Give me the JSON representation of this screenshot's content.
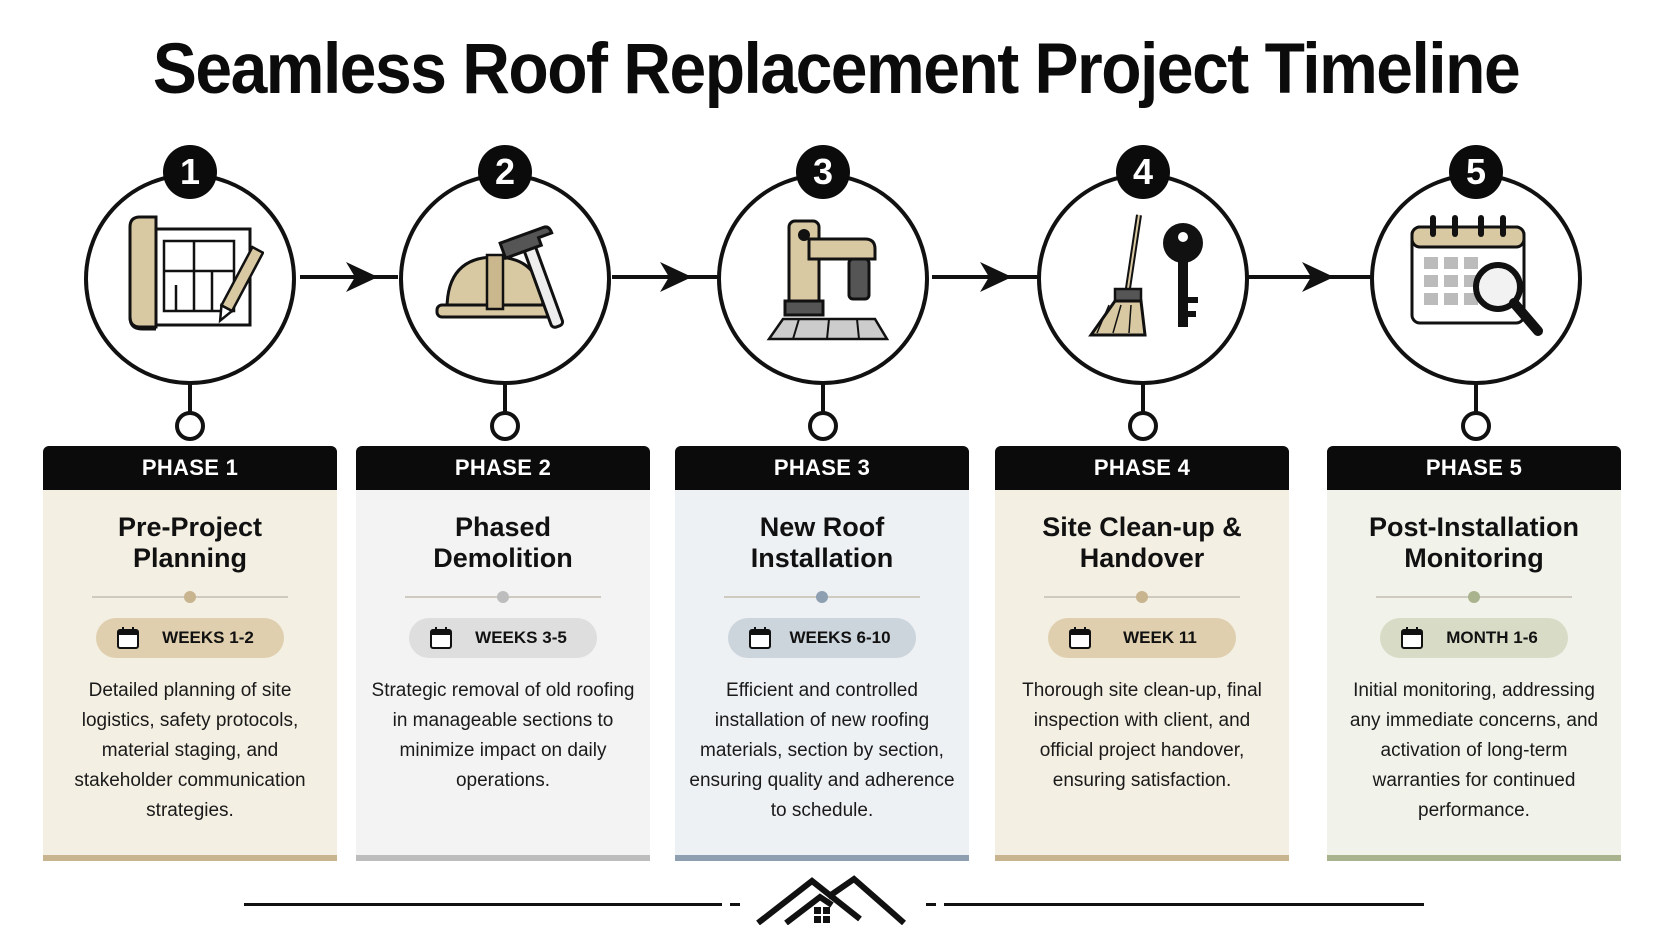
{
  "title": "Seamless Roof Replacement Project Timeline",
  "phases": [
    {
      "number": "1",
      "label": "PHASE 1",
      "title_line1": "Pre-Project",
      "title_line2": "Planning",
      "duration": "WEEKS 1-2",
      "description": "Detailed planning of site logistics, safety protocols, material staging, and stakeholder communication strategies.",
      "icon": "blueprint-pencil-icon",
      "card_bg": "#f4efe3",
      "accent": "#c8b48e",
      "pill_bg": "#dfcfae"
    },
    {
      "number": "2",
      "label": "PHASE 2",
      "title_line1": "Phased",
      "title_line2": "Demolition",
      "duration": "WEEKS 3-5",
      "description": "Strategic removal of old roofing in manageable sections to minimize impact on daily operations.",
      "icon": "hardhat-hammer-icon",
      "card_bg": "#f3f3f3",
      "accent": "#bdbdbd",
      "pill_bg": "#dedede"
    },
    {
      "number": "3",
      "label": "PHASE 3",
      "title_line1": "New Roof",
      "title_line2": "Installation",
      "duration": "WEEKS 6-10",
      "description": "Efficient and controlled installation of new roofing materials, section by section, ensuring quality and adherence to schedule.",
      "icon": "nail-gun-icon",
      "card_bg": "#eef1f4",
      "accent": "#8e9fb2",
      "pill_bg": "#ccd4dc"
    },
    {
      "number": "4",
      "label": "PHASE 4",
      "title_line1": "Site Clean-up &",
      "title_line2": "Handover",
      "duration": "WEEK 11",
      "description": "Thorough site clean-up, final inspection with client, and official project handover, ensuring satisfaction.",
      "icon": "broom-key-icon",
      "card_bg": "#f4efe3",
      "accent": "#c8b48e",
      "pill_bg": "#dfcfae"
    },
    {
      "number": "5",
      "label": "PHASE 5",
      "title_line1": "Post-Installation",
      "title_line2": "Monitoring",
      "duration": "MONTH 1-6",
      "description": "Initial monitoring, addressing any immediate concerns, and activation of long-term warranties for continued performance.",
      "icon": "calendar-magnifier-icon",
      "card_bg": "#f1f2ea",
      "accent": "#a9b48e",
      "pill_bg": "#d8dcc6"
    }
  ]
}
